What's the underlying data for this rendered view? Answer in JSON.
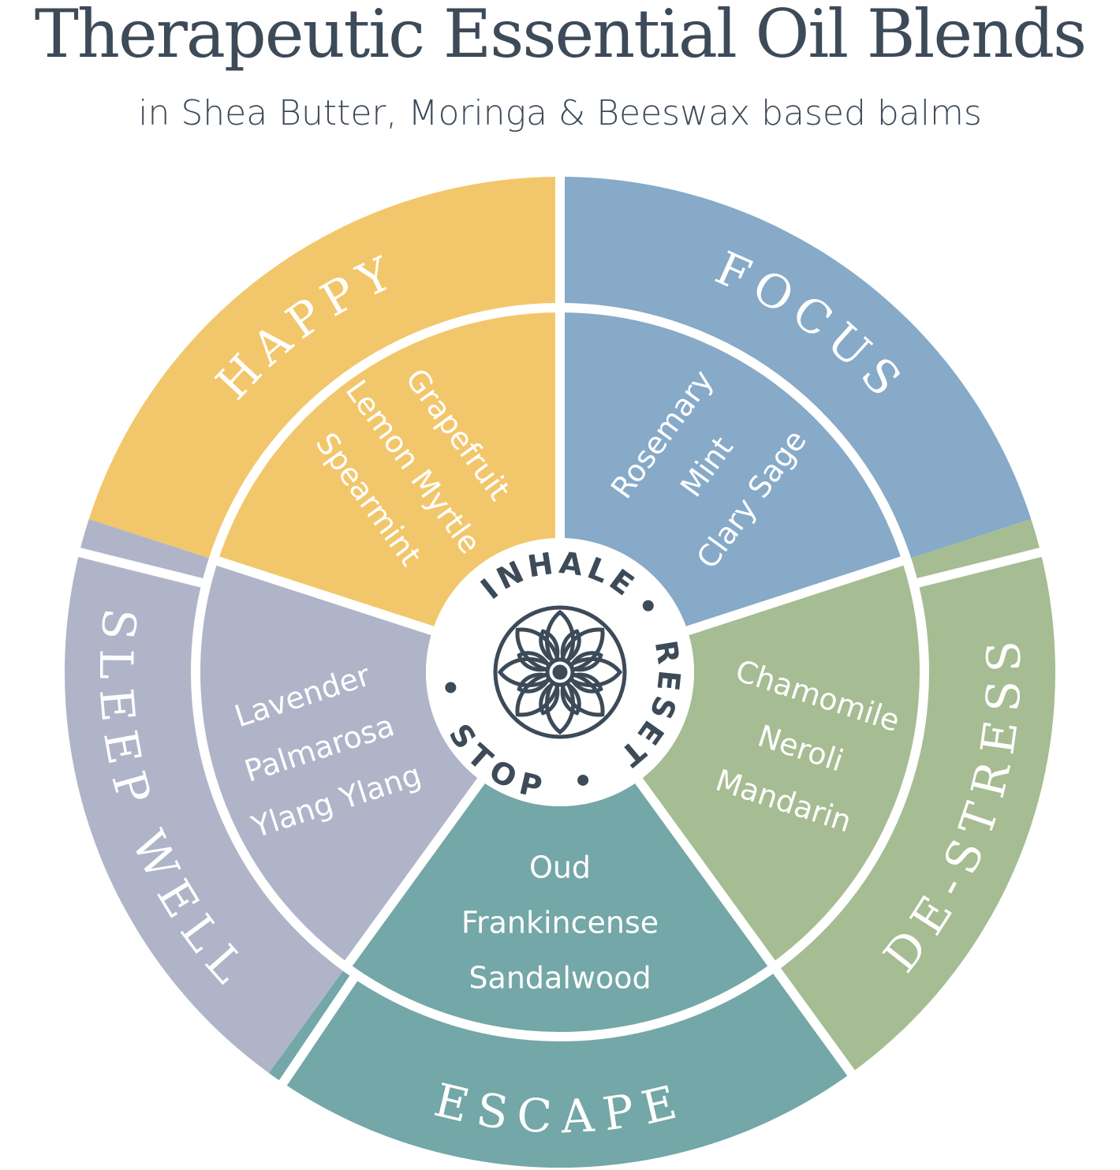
{
  "header": {
    "title": "Therapeutic Essential Oil Blends",
    "subtitle": "in Shea Butter, Moringa & Beeswax based balms"
  },
  "colors": {
    "text": "#3d4a58",
    "happy": "#f2c76b",
    "focus": "#86aac8",
    "destress": "#a6bc92",
    "escape": "#74a7a7",
    "sleep": "#b0b4c8",
    "divider": "#ffffff"
  },
  "hub": {
    "words": [
      "INHALE",
      "RESET",
      "STOP"
    ],
    "icon": "lotus-flower-icon"
  },
  "segments": [
    {
      "key": "happy",
      "label": "HAPPY",
      "oils": [
        "Grapefruit",
        "Lemon Myrtle",
        "Spearmint"
      ]
    },
    {
      "key": "focus",
      "label": "FOCUS",
      "oils": [
        "Rosemary",
        "Mint",
        "Clary Sage"
      ]
    },
    {
      "key": "destress",
      "label": "DE-STRESS",
      "oils": [
        "Chamomile",
        "Neroli",
        "Mandarin"
      ]
    },
    {
      "key": "escape",
      "label": "ESCAPE",
      "oils": [
        "Oud",
        "Frankincense",
        "Sandalwood"
      ]
    },
    {
      "key": "sleep",
      "label": "SLEEP WELL",
      "oils": [
        "Lavender",
        "Palmarosa",
        "Ylang Ylang"
      ]
    }
  ]
}
